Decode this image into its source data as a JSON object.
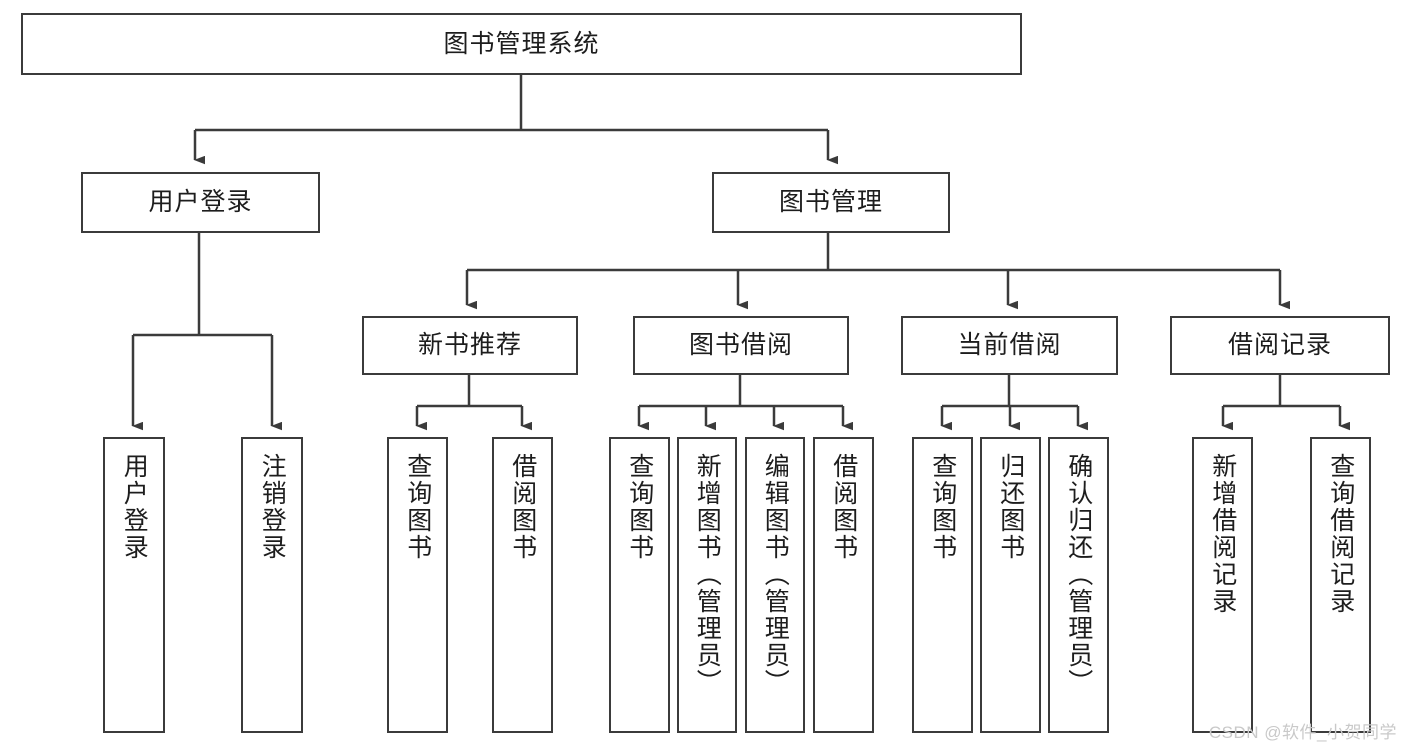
{
  "diagram": {
    "type": "tree-hierarchy",
    "title": "图书管理系统",
    "root": {
      "id": "root",
      "label": "图书管理系统"
    },
    "level2": [
      {
        "id": "user-login",
        "label": "用户登录"
      },
      {
        "id": "book-management",
        "label": "图书管理"
      }
    ],
    "level3": [
      {
        "id": "new-book-recommend",
        "label": "新书推荐",
        "parent": "book-management"
      },
      {
        "id": "book-borrow",
        "label": "图书借阅",
        "parent": "book-management"
      },
      {
        "id": "current-borrow",
        "label": "当前借阅",
        "parent": "book-management"
      },
      {
        "id": "borrow-record",
        "label": "借阅记录",
        "parent": "book-management"
      }
    ],
    "leaves": [
      {
        "id": "leaf-user-login",
        "label": "用户登录",
        "parent": "user-login"
      },
      {
        "id": "leaf-logout-login",
        "label": "注销登录",
        "parent": "user-login"
      },
      {
        "id": "leaf-query-book-1",
        "label": "查询图书",
        "parent": "new-book-recommend"
      },
      {
        "id": "leaf-borrow-book-1",
        "label": "借阅图书",
        "parent": "new-book-recommend"
      },
      {
        "id": "leaf-query-book-2",
        "label": "查询图书",
        "parent": "book-borrow"
      },
      {
        "id": "leaf-add-book",
        "label": "新增图书（管理员）",
        "parent": "book-borrow"
      },
      {
        "id": "leaf-edit-book",
        "label": "编辑图书（管理员）",
        "parent": "book-borrow"
      },
      {
        "id": "leaf-borrow-book-2",
        "label": "借阅图书",
        "parent": "book-borrow"
      },
      {
        "id": "leaf-query-book-3",
        "label": "查询图书",
        "parent": "current-borrow"
      },
      {
        "id": "leaf-return-book",
        "label": "归还图书",
        "parent": "current-borrow"
      },
      {
        "id": "leaf-confirm-return",
        "label": "确认归还（管理员）",
        "parent": "current-borrow"
      },
      {
        "id": "leaf-add-record",
        "label": "新增借阅记录",
        "parent": "borrow-record"
      },
      {
        "id": "leaf-query-record",
        "label": "查询借阅记录",
        "parent": "borrow-record"
      }
    ],
    "colors": {
      "stroke": "#3b3b3b",
      "background": "#ffffff",
      "text": "#1d1d1d",
      "watermark": "#c9c9c9"
    }
  },
  "watermark": {
    "text": "CSDN @软件_小贺同学"
  }
}
